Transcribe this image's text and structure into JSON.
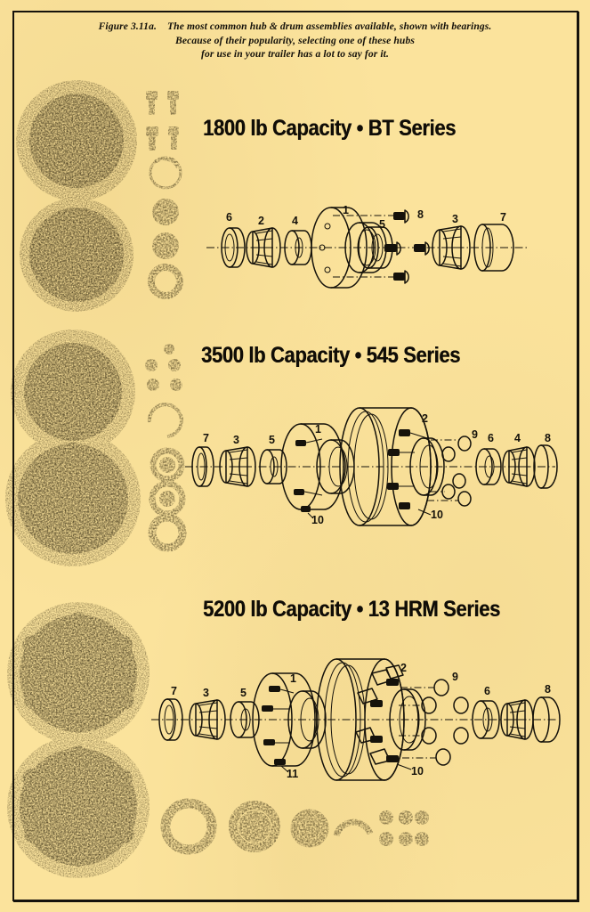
{
  "page": {
    "background_color": "#fbe39c",
    "ink_color": "#15120b",
    "border_color": "#16130c"
  },
  "caption": {
    "figure_label": "Figure 3.11a.",
    "line1": "The most common hub & drum assemblies available, shown with bearings.",
    "line2": "Because of their popularity, selecting one of these hubs",
    "line3": "for use in your trailer has a lot to say for it."
  },
  "sections": [
    {
      "id": "bt-series",
      "heading": "1800 lb Capacity • BT Series",
      "capacity_lb": 1800,
      "series": "BT",
      "photo": {
        "name": "bt-hub-photograph",
        "description": "Two BT hub faces with small parts column",
        "parts_column": [
          "bolt",
          "bolt",
          "bolt",
          "bolt",
          "retaining-ring",
          "bearing",
          "bearing",
          "seal-ring"
        ]
      },
      "diagram": {
        "name": "bt-exploded-diagram",
        "callouts": [
          {
            "number": "6",
            "part": "outer-seal"
          },
          {
            "number": "2",
            "part": "inner-bearing-cone"
          },
          {
            "number": "4",
            "part": "bearing-cup"
          },
          {
            "number": "1",
            "part": "hub-body"
          },
          {
            "number": "5",
            "part": "bearing-spacer"
          },
          {
            "number": "8",
            "part": "bolt"
          },
          {
            "number": "3",
            "part": "outer-bearing-cone"
          },
          {
            "number": "7",
            "part": "dust-cap"
          }
        ]
      }
    },
    {
      "id": "545-series",
      "heading": "3500 lb Capacity • 545 Series",
      "capacity_lb": 3500,
      "series": "545",
      "photo": {
        "name": "545-hub-photograph",
        "description": "Two 5-lug hub drums with small parts column",
        "parts_column": [
          "lug-nut-cluster",
          "retaining-ring",
          "bearing",
          "bearing",
          "seal-ring"
        ]
      },
      "diagram": {
        "name": "545-exploded-diagram",
        "callouts": [
          {
            "number": "7",
            "part": "grease-seal"
          },
          {
            "number": "3",
            "part": "inner-bearing-cone"
          },
          {
            "number": "5",
            "part": "bearing-cup"
          },
          {
            "number": "1",
            "part": "hub-flange"
          },
          {
            "number": "10",
            "part": "wheel-stud"
          },
          {
            "number": "2",
            "part": "brake-drum"
          },
          {
            "number": "9",
            "part": "lug-nut"
          },
          {
            "number": "10",
            "part": "wheel-stud"
          },
          {
            "number": "6",
            "part": "outer-bearing-cup"
          },
          {
            "number": "4",
            "part": "outer-bearing-cone"
          },
          {
            "number": "8",
            "part": "dust-cap"
          }
        ]
      }
    },
    {
      "id": "13hrm-series",
      "heading": "5200 lb Capacity • 13 HRM Series",
      "capacity_lb": 5200,
      "series": "13 HRM",
      "photo": {
        "name": "13hrm-hub-photograph",
        "description": "Two 6-lug hub drum faces"
      },
      "diagram": {
        "name": "13hrm-exploded-diagram",
        "callouts": [
          {
            "number": "7",
            "part": "grease-seal"
          },
          {
            "number": "3",
            "part": "inner-bearing-cone"
          },
          {
            "number": "5",
            "part": "bearing-cup"
          },
          {
            "number": "1",
            "part": "hub-flange"
          },
          {
            "number": "11",
            "part": "wheel-stud"
          },
          {
            "number": "2",
            "part": "brake-drum"
          },
          {
            "number": "9",
            "part": "lug-nut"
          },
          {
            "number": "10",
            "part": "wheel-stud"
          },
          {
            "number": "6",
            "part": "outer-bearing-cup"
          },
          {
            "number": "8",
            "part": "dust-cap"
          }
        ]
      },
      "bottom_parts": {
        "name": "loose-parts-photograph",
        "items": [
          "seal-ring",
          "large-bearing",
          "small-bearing",
          "retaining-ring",
          "lug-nut-cluster"
        ]
      }
    }
  ]
}
